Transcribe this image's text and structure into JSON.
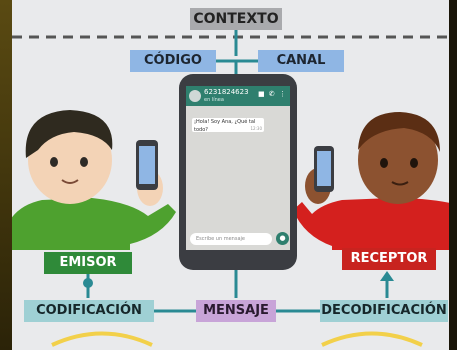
{
  "labels": {
    "contexto": "CONTEXTO",
    "codigo": "CÓDIGO",
    "canal": "CANAL",
    "emisor": "EMISOR",
    "receptor": "RECEPTOR",
    "codificacion": "CODIFICACIÓN",
    "mensaje": "MENSAJE",
    "decodificacion": "DECODIFICACIÓN"
  },
  "phone_screen": {
    "contact_number": "6231824623",
    "status": "en línea",
    "message": "¡Hola! Soy Ana, ¿Qué tal todo?",
    "message_time": "12:30",
    "compose_placeholder": "Escribe un mensaje"
  },
  "colors": {
    "background": "#e9eaec",
    "context_box": "#a9aaad",
    "blue_box": "#8fb6e4",
    "green_box": "#2f8a39",
    "red_box": "#c8231f",
    "teal_box": "#9fd0d4",
    "purple_box": "#c8a4d8",
    "line": "#2a8a93",
    "arrow": "#f2d04a"
  },
  "icons": [
    "video-call-icon",
    "phone-call-icon",
    "menu-dots-icon",
    "attach-icon",
    "camera-icon",
    "microphone-icon"
  ]
}
